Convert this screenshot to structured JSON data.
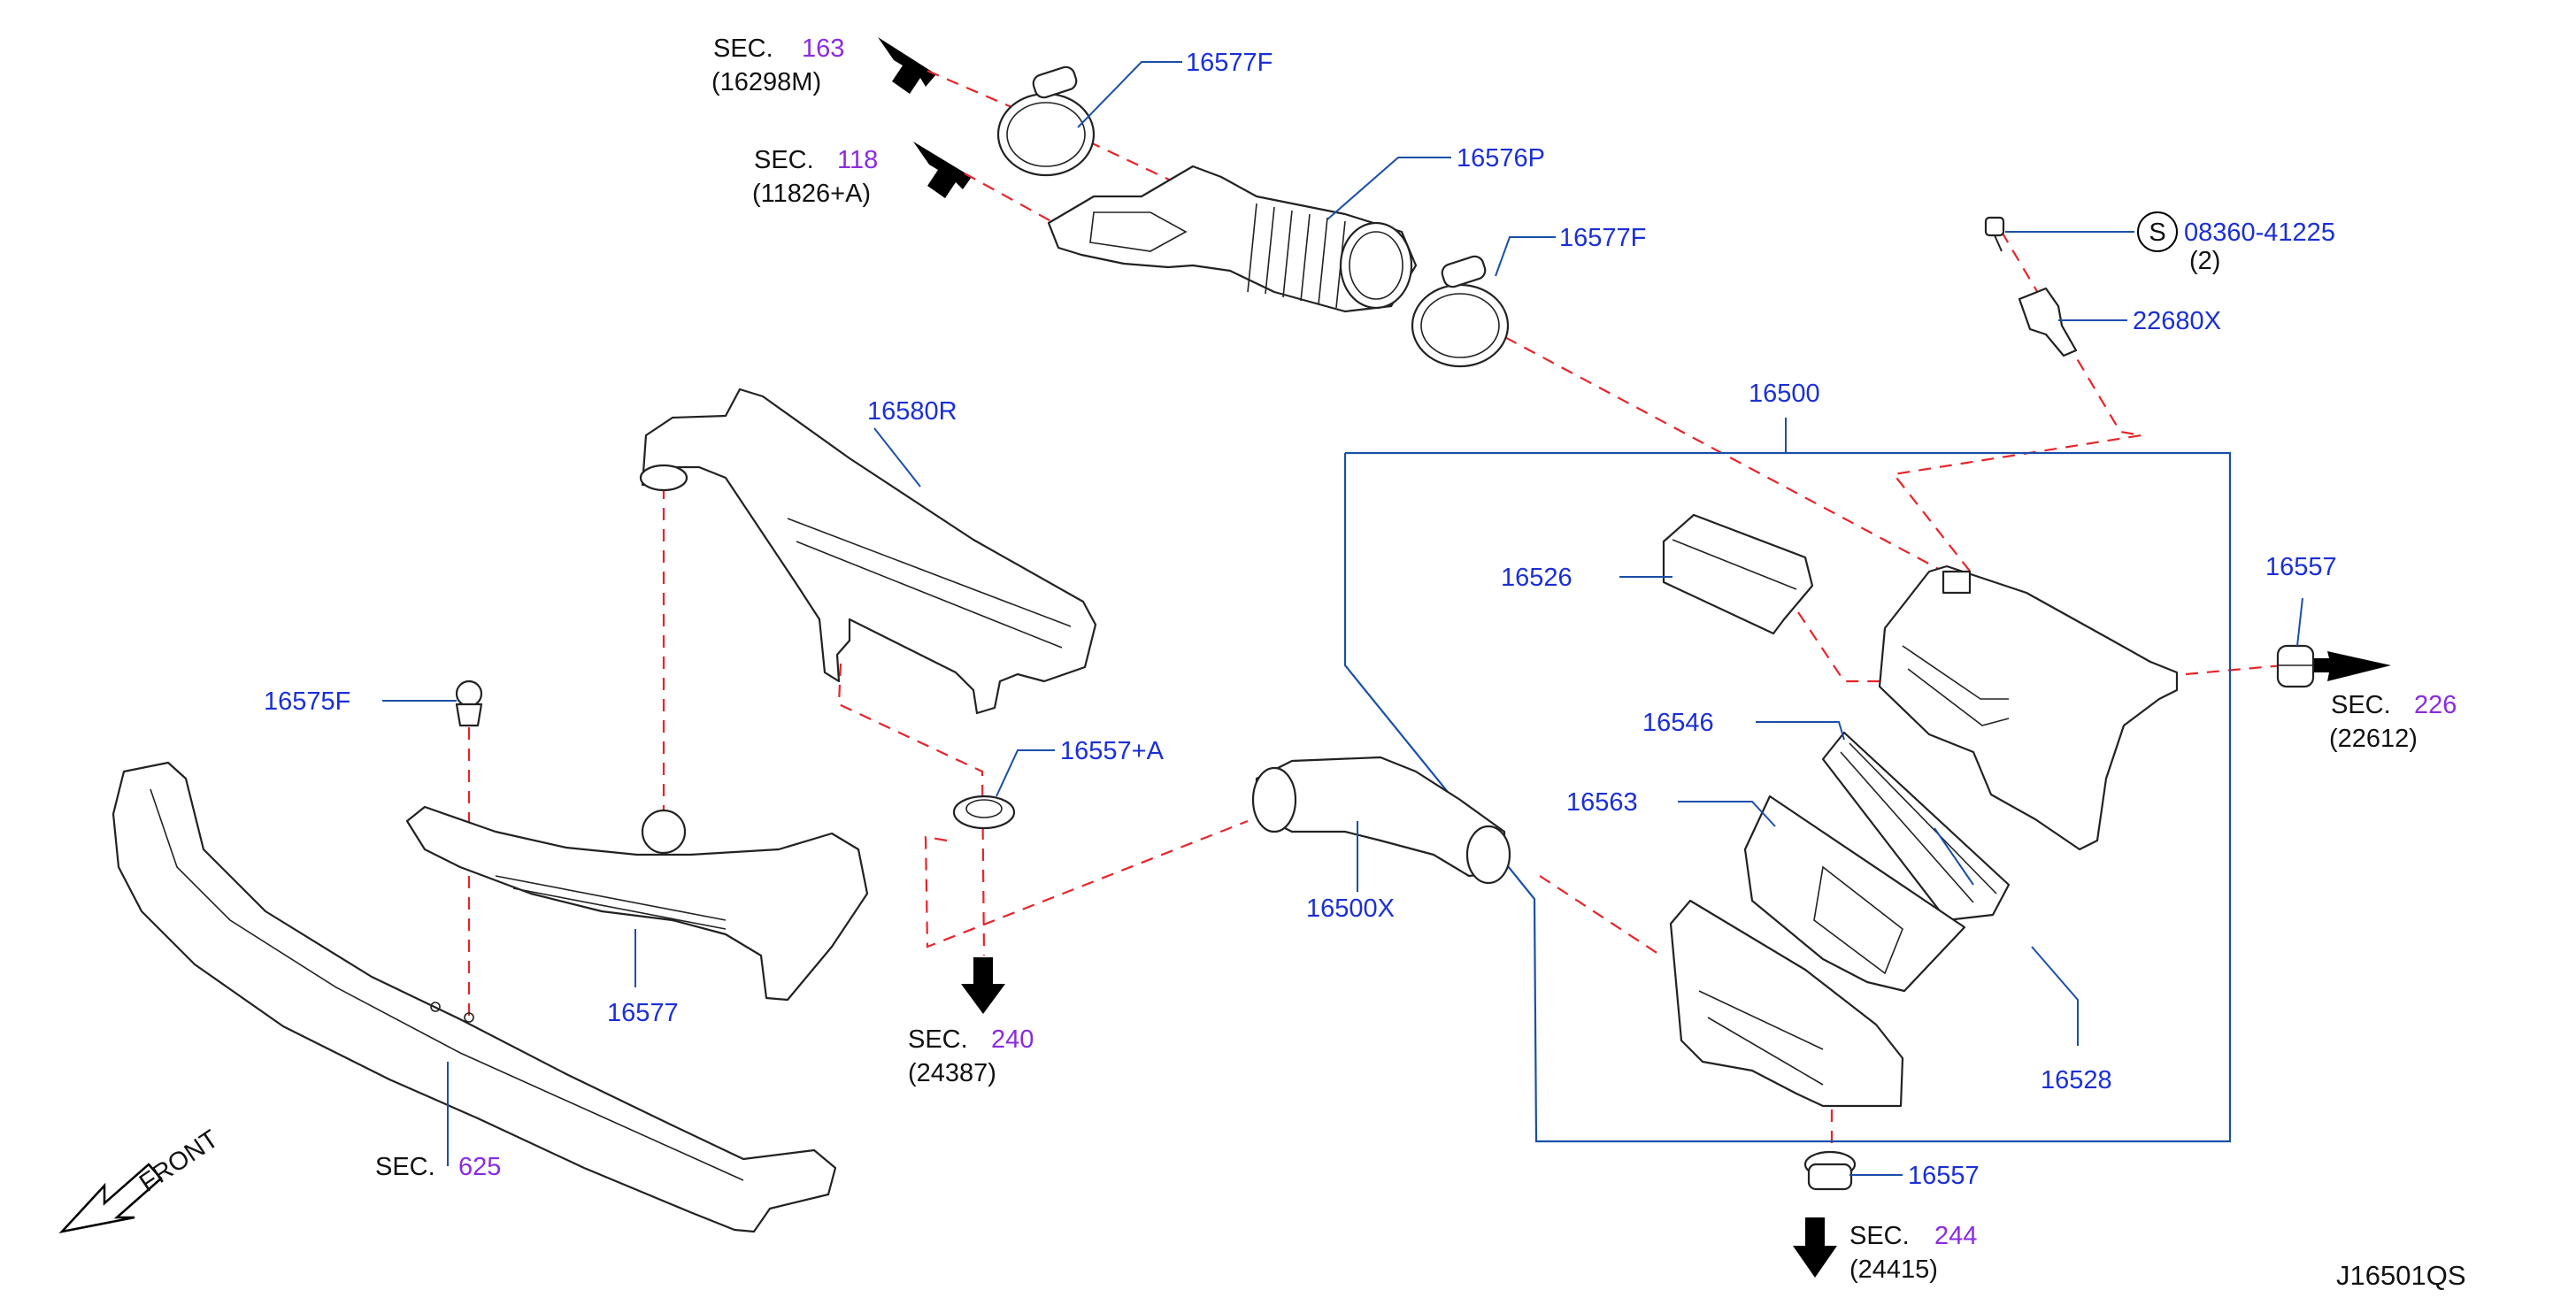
{
  "diagram_id": "J16501QS",
  "front_label": "FRONT",
  "labels": {
    "p16577F_a": "16577F",
    "p16576P": "16576P",
    "p16577F_b": "16577F",
    "s08360": "08360-41225",
    "s08360_qty": "(2)",
    "s_symbol": "S",
    "p22680X": "22680X",
    "p16500": "16500",
    "p16580R": "16580R",
    "p16526": "16526",
    "p16557_right": "16557",
    "p16575F": "16575F",
    "p16546": "16546",
    "p16557A": "16557+A",
    "p16563": "16563",
    "p16500X": "16500X",
    "p16577": "16577",
    "p16528": "16528",
    "p16557_bottom": "16557"
  },
  "sections": {
    "sec163": {
      "prefix": "SEC.",
      "num": "163",
      "ref": "(16298M)"
    },
    "sec118": {
      "prefix": "SEC.",
      "num": "118",
      "ref": "(11826+A)"
    },
    "sec226": {
      "prefix": "SEC.",
      "num": "226",
      "ref": "(22612)"
    },
    "sec240": {
      "prefix": "SEC.",
      "num": "240",
      "ref": "(24387)"
    },
    "sec625": {
      "prefix": "SEC.",
      "num": "625"
    },
    "sec244": {
      "prefix": "SEC.",
      "num": "244",
      "ref": "(24415)"
    }
  },
  "colors": {
    "part_number": "#1a2fd6",
    "section_number": "#8a2be2",
    "leader": "#1a4fa8",
    "dashed_line": "#e8242a",
    "outline": "#222222"
  }
}
